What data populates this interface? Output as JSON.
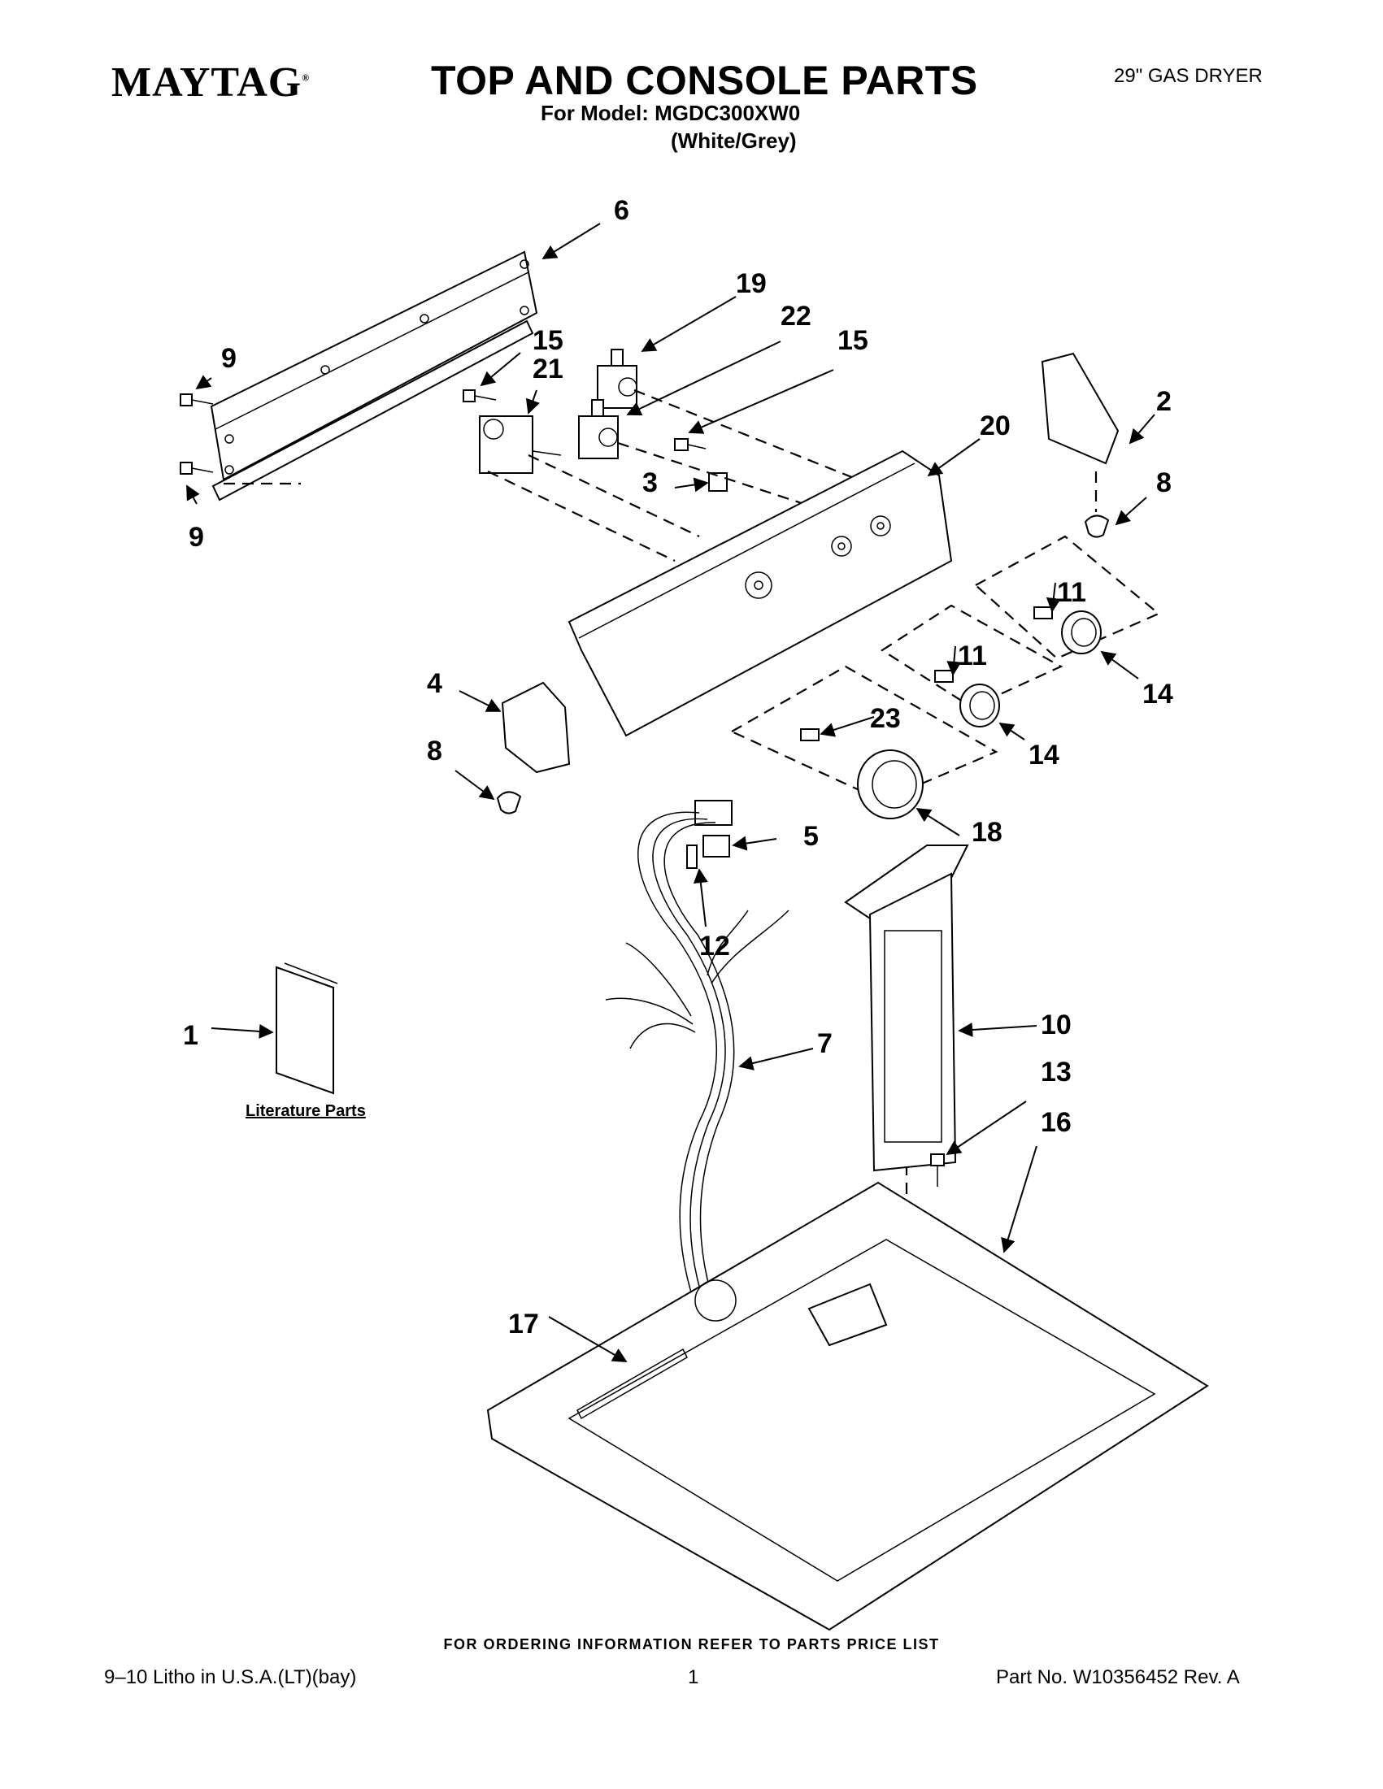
{
  "header": {
    "brand": "MAYTAG",
    "brand_mark": "®",
    "title": "TOP AND CONSOLE PARTS",
    "model_line": "For Model: MGDC300XW0",
    "variant_line": "(White/Grey)",
    "appliance_type": "29\" GAS DRYER"
  },
  "callouts": {
    "c1": "1",
    "c2": "2",
    "c3": "3",
    "c4": "4",
    "c5": "5",
    "c6": "6",
    "c7": "7",
    "c8a": "8",
    "c8b": "8",
    "c9a": "9",
    "c9b": "9",
    "c10": "10",
    "c11a": "11",
    "c11b": "11",
    "c12": "12",
    "c13": "13",
    "c14a": "14",
    "c14b": "14",
    "c15a": "15",
    "c15b": "15",
    "c16": "16",
    "c17": "17",
    "c18": "18",
    "c19": "19",
    "c20": "20",
    "c21": "21",
    "c22": "22",
    "c23": "23"
  },
  "literature_label": "Literature Parts",
  "footer": {
    "ordering_note": "FOR ORDERING INFORMATION REFER TO PARTS PRICE LIST",
    "print_info": "9–10 Litho in U.S.A.(LT)(bay)",
    "page_number": "1",
    "part_number": "Part No. W10356452 Rev. A"
  }
}
